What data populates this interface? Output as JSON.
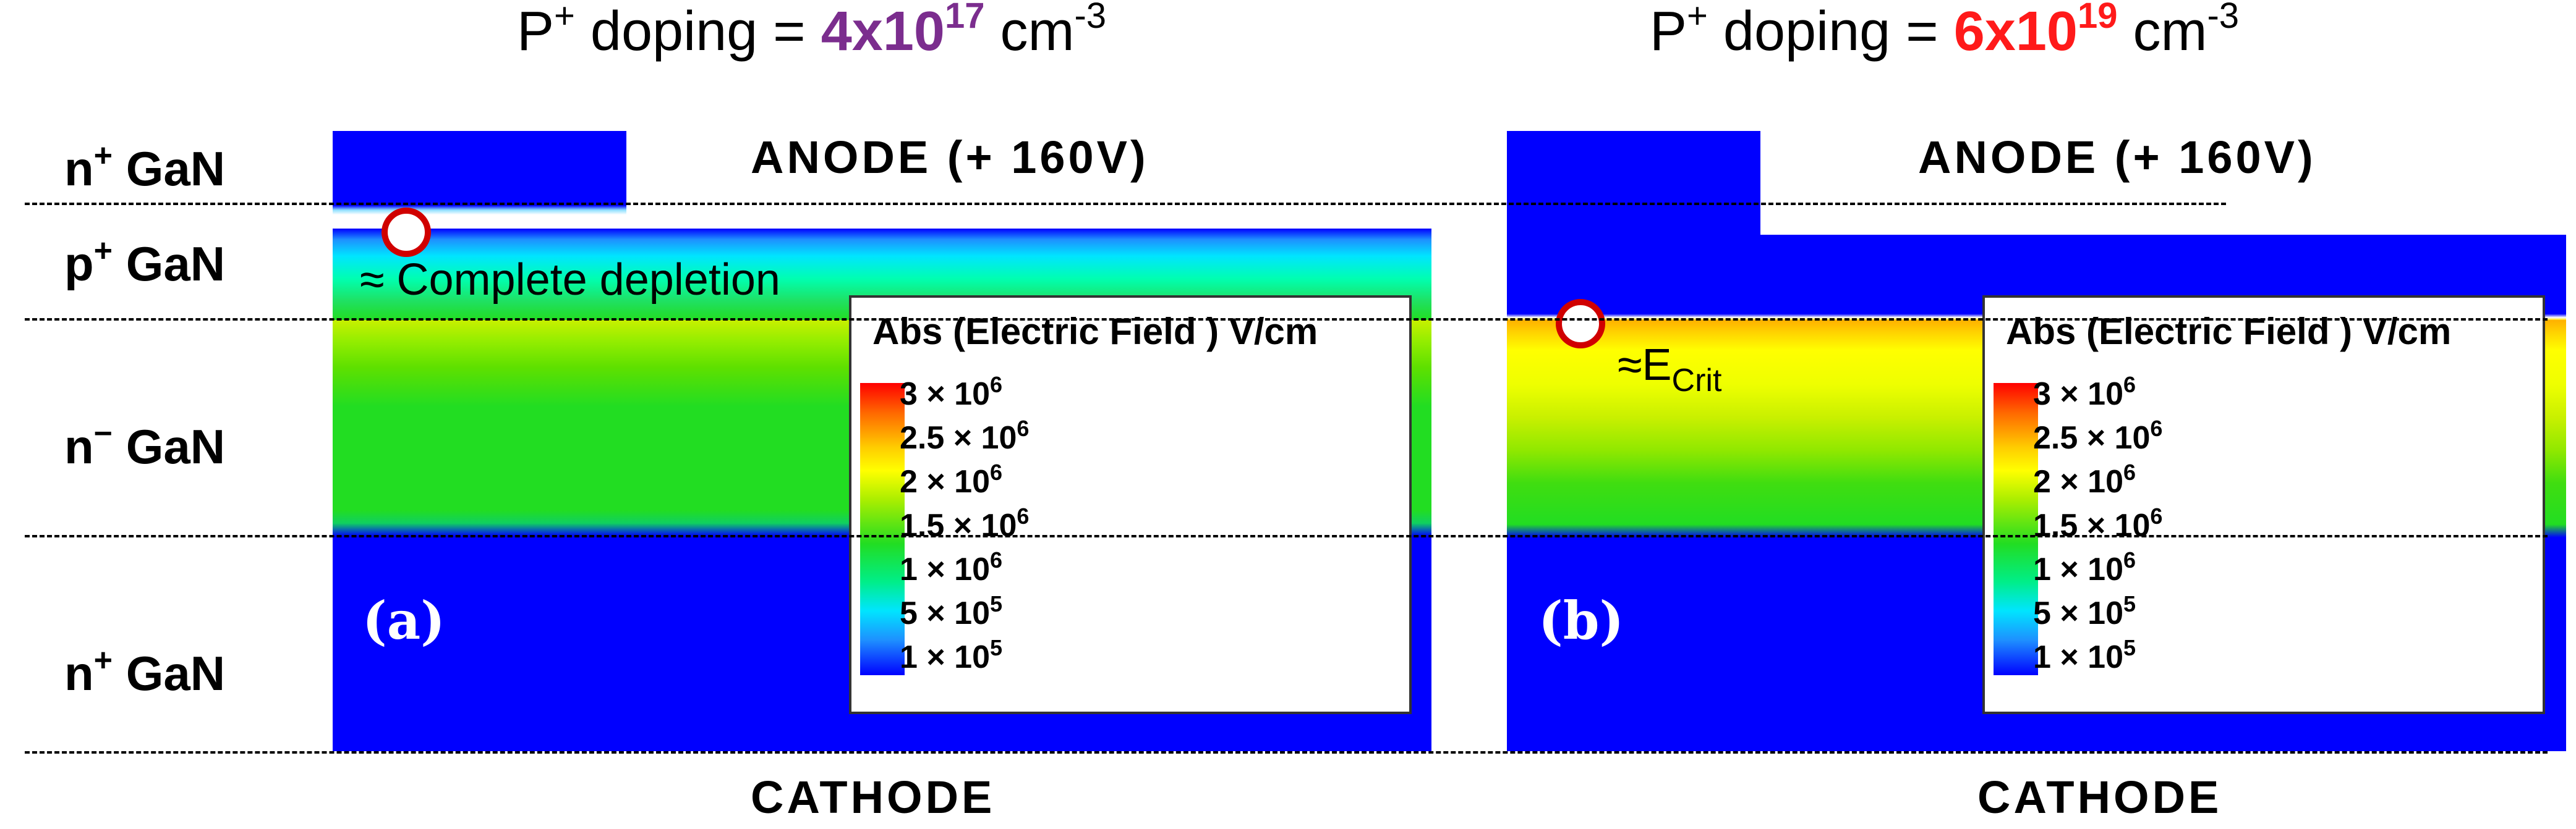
{
  "panels": [
    {
      "id": "a",
      "title_pre": "P",
      "title_plus": "+",
      "title_mid": " doping = ",
      "doping_mantissa": "4x10",
      "doping_exponent": "17",
      "doping_color": "#7b2d8e",
      "unit_base": " cm",
      "unit_exponent": "-3",
      "anode_label": "ANODE (+ 160V)",
      "cathode_label": "CATHODE",
      "panel_letter": "(a)",
      "annotation": "≈ Complete depletion",
      "legend": {
        "title": "Abs (Electric Field ) V/cm",
        "ticks": [
          {
            "base": "3 × 10",
            "exp": "6"
          },
          {
            "base": "2.5 × 10",
            "exp": "6"
          },
          {
            "base": "2 × 10",
            "exp": "6"
          },
          {
            "base": "1.5 × 10",
            "exp": "6"
          },
          {
            "base": "1 × 10",
            "exp": "6"
          },
          {
            "base": "5 × 10",
            "exp": "5"
          },
          {
            "base": "1 × 10",
            "exp": "5"
          }
        ]
      }
    },
    {
      "id": "b",
      "title_pre": "P",
      "title_plus": "+",
      "title_mid": " doping = ",
      "doping_mantissa": "6x10",
      "doping_exponent": "19",
      "doping_color": "#ff1a1a",
      "unit_base": " cm",
      "unit_exponent": "-3",
      "anode_label": "ANODE (+ 160V)",
      "cathode_label": "CATHODE",
      "panel_letter": "(b)",
      "annotation_pre": "≈E",
      "annotation_sub": "Crit",
      "legend": {
        "title": "Abs (Electric Field ) V/cm",
        "ticks": [
          {
            "base": "3 × 10",
            "exp": "6"
          },
          {
            "base": "2.5 × 10",
            "exp": "6"
          },
          {
            "base": "2 × 10",
            "exp": "6"
          },
          {
            "base": "1.5 × 10",
            "exp": "6"
          },
          {
            "base": "1 × 10",
            "exp": "6"
          },
          {
            "base": "5 × 10",
            "exp": "5"
          },
          {
            "base": "1 × 10",
            "exp": "5"
          }
        ]
      }
    }
  ],
  "layers": [
    {
      "base": "n",
      "sup": "+",
      "tail": " GaN"
    },
    {
      "base": "p",
      "sup": "+",
      "tail": " GaN"
    },
    {
      "base": "n",
      "sup": "−",
      "tail": " GaN"
    },
    {
      "base": "n",
      "sup": "+",
      "tail": " GaN"
    }
  ],
  "colors": {
    "blue": "#0000ff",
    "green": "#22dd22",
    "yellow": "#ffff00",
    "red": "#ff0000",
    "marker_ring": "#d00000"
  }
}
